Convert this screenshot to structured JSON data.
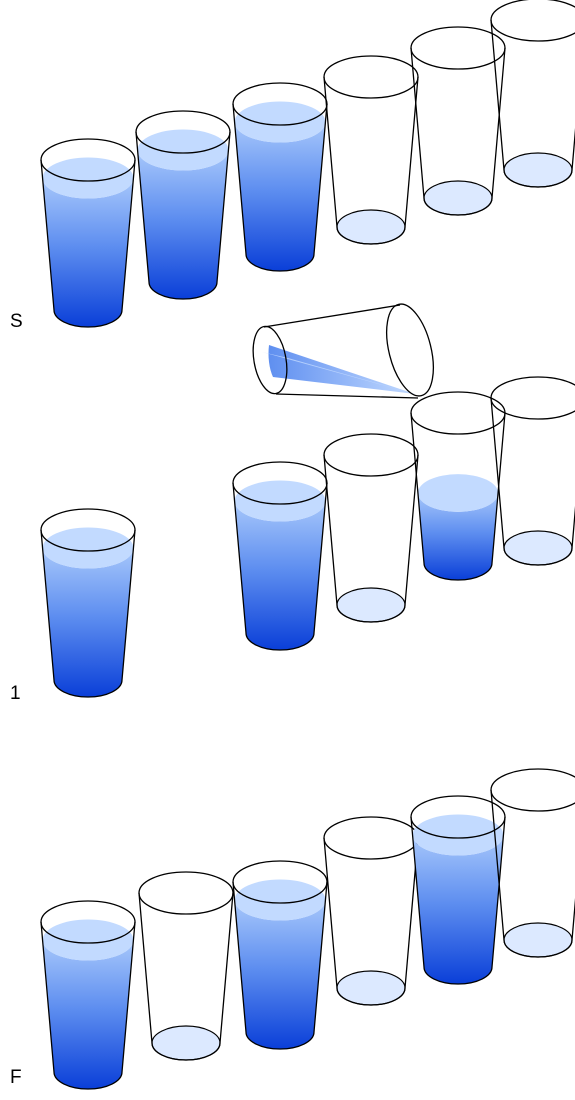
{
  "colors": {
    "water_dark": "#0a3fd8",
    "water_mid": "#5f8ff0",
    "water_light": "#a8c8fb",
    "water_highlight": "#c2daff",
    "empty_bottom": "#dce9ff",
    "outline": "#000000"
  },
  "stages": [
    {
      "label": "S",
      "glasses": [
        "full",
        "full",
        "full",
        "empty",
        "empty",
        "empty"
      ]
    },
    {
      "label": "1",
      "glasses": [
        "full",
        "full",
        "empty",
        "half",
        "empty"
      ],
      "poured_glass": "tipped"
    },
    {
      "label": "F",
      "glasses": [
        "full",
        "empty",
        "full",
        "empty",
        "full",
        "empty"
      ]
    }
  ]
}
